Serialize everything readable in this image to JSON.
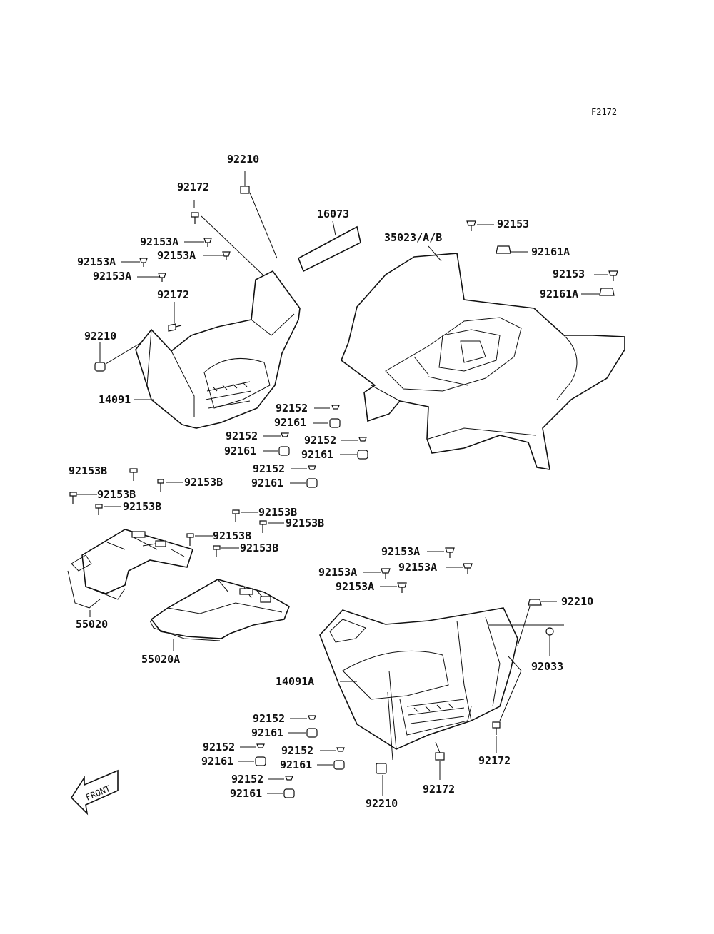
{
  "figure_code": "F2172",
  "front_arrow_text": "FRONT",
  "labels": [
    {
      "id": "l01",
      "text": "92210"
    },
    {
      "id": "l02",
      "text": "92172"
    },
    {
      "id": "l03",
      "text": "16073"
    },
    {
      "id": "l04",
      "text": "35023/A/B"
    },
    {
      "id": "l05",
      "text": "92153"
    },
    {
      "id": "l06",
      "text": "92153A"
    },
    {
      "id": "l07",
      "text": "92153A"
    },
    {
      "id": "l08",
      "text": "92153A"
    },
    {
      "id": "l09",
      "text": "92153A"
    },
    {
      "id": "l10",
      "text": "92161A"
    },
    {
      "id": "l11",
      "text": "92153"
    },
    {
      "id": "l12",
      "text": "92161A"
    },
    {
      "id": "l13",
      "text": "92172"
    },
    {
      "id": "l14",
      "text": "92210"
    },
    {
      "id": "l15",
      "text": "14091"
    },
    {
      "id": "l16",
      "text": "92152"
    },
    {
      "id": "l17",
      "text": "92161"
    },
    {
      "id": "l18",
      "text": "92152"
    },
    {
      "id": "l19",
      "text": "92152"
    },
    {
      "id": "l20",
      "text": "92161"
    },
    {
      "id": "l21",
      "text": "92161"
    },
    {
      "id": "l22",
      "text": "92152"
    },
    {
      "id": "l23",
      "text": "92161"
    },
    {
      "id": "l24",
      "text": "92153B"
    },
    {
      "id": "l25",
      "text": "92153B"
    },
    {
      "id": "l26",
      "text": "92153B"
    },
    {
      "id": "l27",
      "text": "92153B"
    },
    {
      "id": "l28",
      "text": "92153B"
    },
    {
      "id": "l29",
      "text": "92153B"
    },
    {
      "id": "l30",
      "text": "92153B"
    },
    {
      "id": "l31",
      "text": "92153B"
    },
    {
      "id": "l32",
      "text": "92153A"
    },
    {
      "id": "l33",
      "text": "92153A"
    },
    {
      "id": "l34",
      "text": "92153A"
    },
    {
      "id": "l35",
      "text": "92153A"
    },
    {
      "id": "l36",
      "text": "55020"
    },
    {
      "id": "l37",
      "text": "55020A"
    },
    {
      "id": "l38",
      "text": "92210"
    },
    {
      "id": "l39",
      "text": "92033"
    },
    {
      "id": "l40",
      "text": "14091A"
    },
    {
      "id": "l41",
      "text": "92152"
    },
    {
      "id": "l42",
      "text": "92161"
    },
    {
      "id": "l43",
      "text": "92152"
    },
    {
      "id": "l44",
      "text": "92152"
    },
    {
      "id": "l45",
      "text": "92161"
    },
    {
      "id": "l46",
      "text": "92161"
    },
    {
      "id": "l47",
      "text": "92172"
    },
    {
      "id": "l48",
      "text": "92152"
    },
    {
      "id": "l49",
      "text": "92161"
    },
    {
      "id": "l50",
      "text": "92210"
    },
    {
      "id": "l51",
      "text": "92172"
    }
  ]
}
